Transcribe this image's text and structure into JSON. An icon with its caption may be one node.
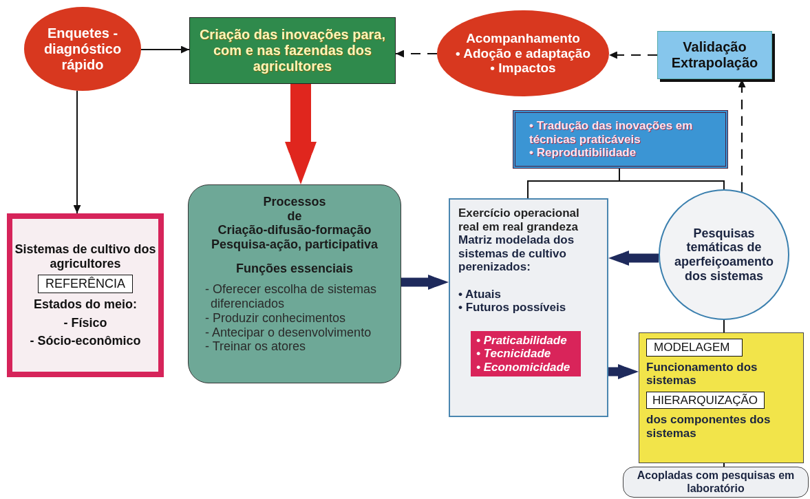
{
  "diagram": {
    "nodes": [
      {
        "text": [
          "Enquetes - diagnóstico rápido"
        ]
      },
      {
        "text": [
          "Criação das inovações para, com e nas fazendas dos agricultores"
        ]
      },
      {
        "text": [
          "Acompanhamento",
          "• Adoção e adaptação",
          "• Impactos"
        ]
      },
      {
        "text": [
          "Validação Extrapolação"
        ]
      },
      {
        "text": [
          "• Tradução das inovações em técnicas praticáveis",
          "• Reprodutibilidade"
        ]
      },
      {
        "text": [
          "Sistemas de cultivo dos agricultores",
          "Estados do meio:",
          "- Físico",
          "- Sócio-econômico"
        ]
      },
      {
        "text": [
          "REFERÊNCIA"
        ],
        "in": 5
      },
      {
        "text": [
          "Processos",
          "de",
          "Criação-difusão-formação",
          "Pesquisa-ação, participativa",
          "Funções essenciais",
          "- Oferecer escolha de sistemas diferenciados",
          "- Produzir conhecimentos",
          "- Antecipar o desenvolvimento",
          "- Treinar os atores"
        ]
      },
      {
        "text": [
          "Exercício operacional real em real grandeza",
          "Matriz modelada dos sistemas de cultivo perenizados:",
          "• Atuais",
          "• Futuros possíveis"
        ]
      },
      {
        "text": [
          "• Praticabilidade",
          "• Tecnicidade",
          "• Economicidade"
        ],
        "in": 8
      },
      {
        "text": [
          "Pesquisas temáticas de aperfeiçoamento dos sistemas"
        ]
      },
      {
        "text": [
          "Funcionamento dos sistemas",
          "dos componentes dos sistemas"
        ]
      },
      {
        "text": [
          "MODELAGEM"
        ],
        "in": 11
      },
      {
        "text": [
          "HIERARQUIZAÇÃO"
        ],
        "in": 11
      },
      {
        "text": [
          "Acopladas com pesquisas em laboratório"
        ]
      }
    ],
    "edges": [
      {
        "from": 0,
        "to": 1,
        "arrow": "to"
      },
      {
        "from": 2,
        "to": 1,
        "arrow": "to",
        "style": "dashed"
      },
      {
        "from": 3,
        "to": 2,
        "arrow": "to",
        "style": "dashed"
      },
      {
        "from": 10,
        "to": 3,
        "arrow": "to",
        "style": "dashed"
      },
      {
        "from": 0,
        "to": 5,
        "arrow": "to"
      },
      {
        "from": 1,
        "to": 7,
        "arrow": "to",
        "style": "thick",
        "color": "#e0261e"
      },
      {
        "from": 7,
        "to": 8,
        "arrow": "to",
        "style": "thick",
        "color": "#1e2a5c"
      },
      {
        "from": 10,
        "to": 8,
        "arrow": "to",
        "style": "thick",
        "color": "#1e2a5c"
      },
      {
        "from": 8,
        "to": 11,
        "arrow": "to",
        "style": "thick",
        "color": "#1e2a5c"
      },
      {
        "from": 4,
        "to": 8,
        "arrow": "none"
      },
      {
        "from": 4,
        "to": 10,
        "arrow": "none"
      },
      {
        "from": 10,
        "to": 11,
        "arrow": "none"
      },
      {
        "from": 11,
        "to": 14,
        "arrow": "none"
      }
    ]
  }
}
